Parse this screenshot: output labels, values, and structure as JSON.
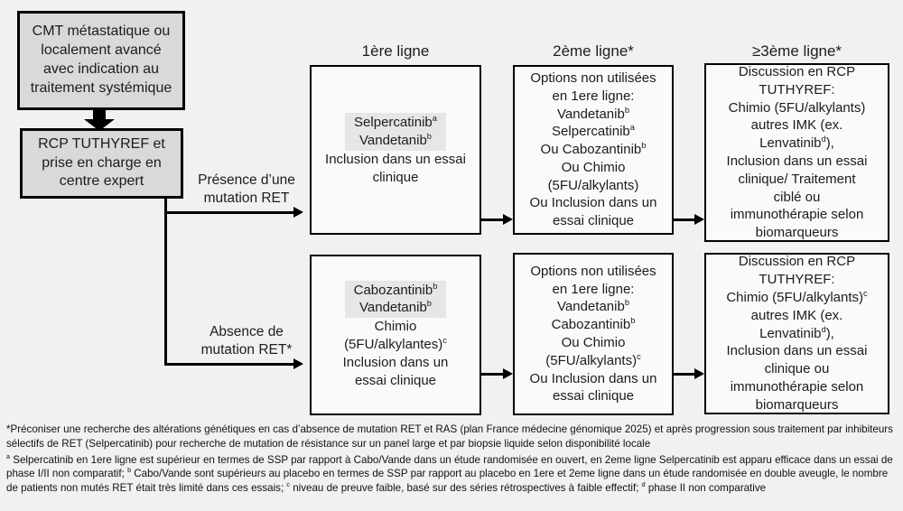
{
  "palette": {
    "background": "#f1f1f1",
    "box_grey_fill": "#d9d9d9",
    "box_light_fill": "#fafafa",
    "highlight_fill": "#e7e6e6",
    "border": "#000000",
    "text": "#1c1c1c"
  },
  "flow": {
    "entry_box": "CMT métastatique ou localement avancé avec indication au traitement systémique",
    "rcp_box": "RCP TUTHYREF et prise en charge en centre expert",
    "branch_present_label": "Présence d’une mutation RET",
    "branch_absent_label": "Absence de mutation RET*"
  },
  "columns": [
    {
      "label": "1ère ligne"
    },
    {
      "label": "2ème ligne*"
    },
    {
      "label": "≥3ème ligne*"
    }
  ],
  "boxes": {
    "ret_line1": {
      "blocks": [
        {
          "hl": true,
          "lines": [
            [
              {
                "t": "Selpercatinib"
              },
              {
                "s": "a"
              }
            ],
            [
              {
                "t": "Vandetanib"
              },
              {
                "s": "b"
              }
            ]
          ]
        },
        {
          "hl": false,
          "lines": [
            [
              {
                "t": "Inclusion dans un essai"
              }
            ],
            [
              {
                "t": "clinique"
              }
            ]
          ]
        }
      ]
    },
    "ret_line2": {
      "blocks": [
        {
          "hl": false,
          "lines": [
            [
              {
                "t": "Options non utilisées"
              }
            ],
            [
              {
                "t": "en 1ere ligne:"
              }
            ],
            [
              {
                "t": "Vandetanib"
              },
              {
                "s": "b"
              }
            ],
            [
              {
                "t": "Selpercatinib"
              },
              {
                "s": "a"
              }
            ],
            [
              {
                "t": "Ou Cabozantinib"
              },
              {
                "s": "b"
              }
            ],
            [
              {
                "t": "Ou Chimio"
              }
            ],
            [
              {
                "t": "(5FU/alkylants)"
              }
            ],
            [
              {
                "t": "Ou Inclusion dans un"
              }
            ],
            [
              {
                "t": "essai clinique"
              }
            ]
          ]
        }
      ]
    },
    "ret_line3": {
      "blocks": [
        {
          "hl": false,
          "lines": [
            [
              {
                "t": "Discussion en RCP"
              }
            ],
            [
              {
                "t": "TUTHYREF:"
              }
            ],
            [
              {
                "t": "Chimio (5FU/alkylants)"
              }
            ],
            [
              {
                "t": "autres IMK (ex."
              }
            ],
            [
              {
                "t": "Lenvatinib"
              },
              {
                "s": "d"
              },
              {
                "t": "),"
              }
            ],
            [
              {
                "t": "Inclusion dans un essai"
              }
            ],
            [
              {
                "t": "clinique/ Traitement"
              }
            ],
            [
              {
                "t": "ciblé ou"
              }
            ],
            [
              {
                "t": "immunothérapie selon"
              }
            ],
            [
              {
                "t": "biomarqueurs"
              }
            ]
          ]
        }
      ]
    },
    "noret_line1": {
      "blocks": [
        {
          "hl": true,
          "lines": [
            [
              {
                "t": "Cabozantinib"
              },
              {
                "s": "b"
              }
            ],
            [
              {
                "t": "Vandetanib"
              },
              {
                "s": "b"
              }
            ]
          ]
        },
        {
          "hl": false,
          "lines": [
            [
              {
                "t": "Chimio"
              }
            ],
            [
              {
                "t": "(5FU/alkylantes)"
              },
              {
                "s": "c"
              }
            ],
            [
              {
                "t": "Inclusion dans un"
              }
            ],
            [
              {
                "t": "essai clinique"
              }
            ]
          ]
        }
      ]
    },
    "noret_line2": {
      "blocks": [
        {
          "hl": false,
          "lines": [
            [
              {
                "t": "Options non utilisées"
              }
            ],
            [
              {
                "t": "en 1ere ligne:"
              }
            ],
            [
              {
                "t": "Vandetanib"
              },
              {
                "s": "b"
              }
            ],
            [
              {
                "t": "Cabozantinib"
              },
              {
                "s": "b"
              }
            ],
            [
              {
                "t": "Ou Chimio"
              }
            ],
            [
              {
                "t": "(5FU/alkylants)"
              },
              {
                "s": "c"
              }
            ],
            [
              {
                "t": "Ou Inclusion dans un"
              }
            ],
            [
              {
                "t": "essai clinique"
              }
            ]
          ]
        }
      ]
    },
    "noret_line3": {
      "blocks": [
        {
          "hl": false,
          "lines": [
            [
              {
                "t": "Discussion en RCP"
              }
            ],
            [
              {
                "t": "TUTHYREF:"
              }
            ],
            [
              {
                "t": "Chimio (5FU/alkylants)"
              },
              {
                "s": "c"
              }
            ],
            [
              {
                "t": "autres IMK (ex."
              }
            ],
            [
              {
                "t": "Lenvatinib"
              },
              {
                "s": "d"
              },
              {
                "t": "),"
              }
            ],
            [
              {
                "t": "Inclusion dans un essai"
              }
            ],
            [
              {
                "t": "clinique ou"
              }
            ],
            [
              {
                "t": "immunothérapie selon"
              }
            ],
            [
              {
                "t": "biomarqueurs"
              }
            ]
          ]
        }
      ]
    }
  },
  "footnotes": [
    {
      "segments": [
        {
          "t": "*Préconiser une recherche des altérations génétiques en cas d’absence de mutation RET et RAS (plan France médecine génomique 2025) et après progression sous traitement par inhibiteurs sélectifs de RET (Selpercatinib) pour recherche de mutation de résistance sur un panel large et par biopsie liquide selon disponibilité locale"
        }
      ]
    },
    {
      "segments": [
        {
          "s": "a"
        },
        {
          "t": " Selpercatinib en 1ere ligne est supérieur en termes de SSP par rapport à Cabo/Vande dans un étude randomisée en ouvert, en 2eme ligne Selpercatinib est apparu efficace dans un essai de phase I/II non comparatif; "
        },
        {
          "s": "b"
        },
        {
          "t": " Cabo/Vande sont supérieurs au placebo en termes de SSP par rapport au placebo en 1ere et 2eme ligne dans un étude randomisée en double aveugle, le nombre de patients non mutés RET était très limité dans ces essais; "
        },
        {
          "s": "c"
        },
        {
          "t": " niveau de preuve faible, basé sur des séries rétrospectives à faible effectif; "
        },
        {
          "s": "d"
        },
        {
          "t": " phase II non comparative"
        }
      ]
    }
  ]
}
